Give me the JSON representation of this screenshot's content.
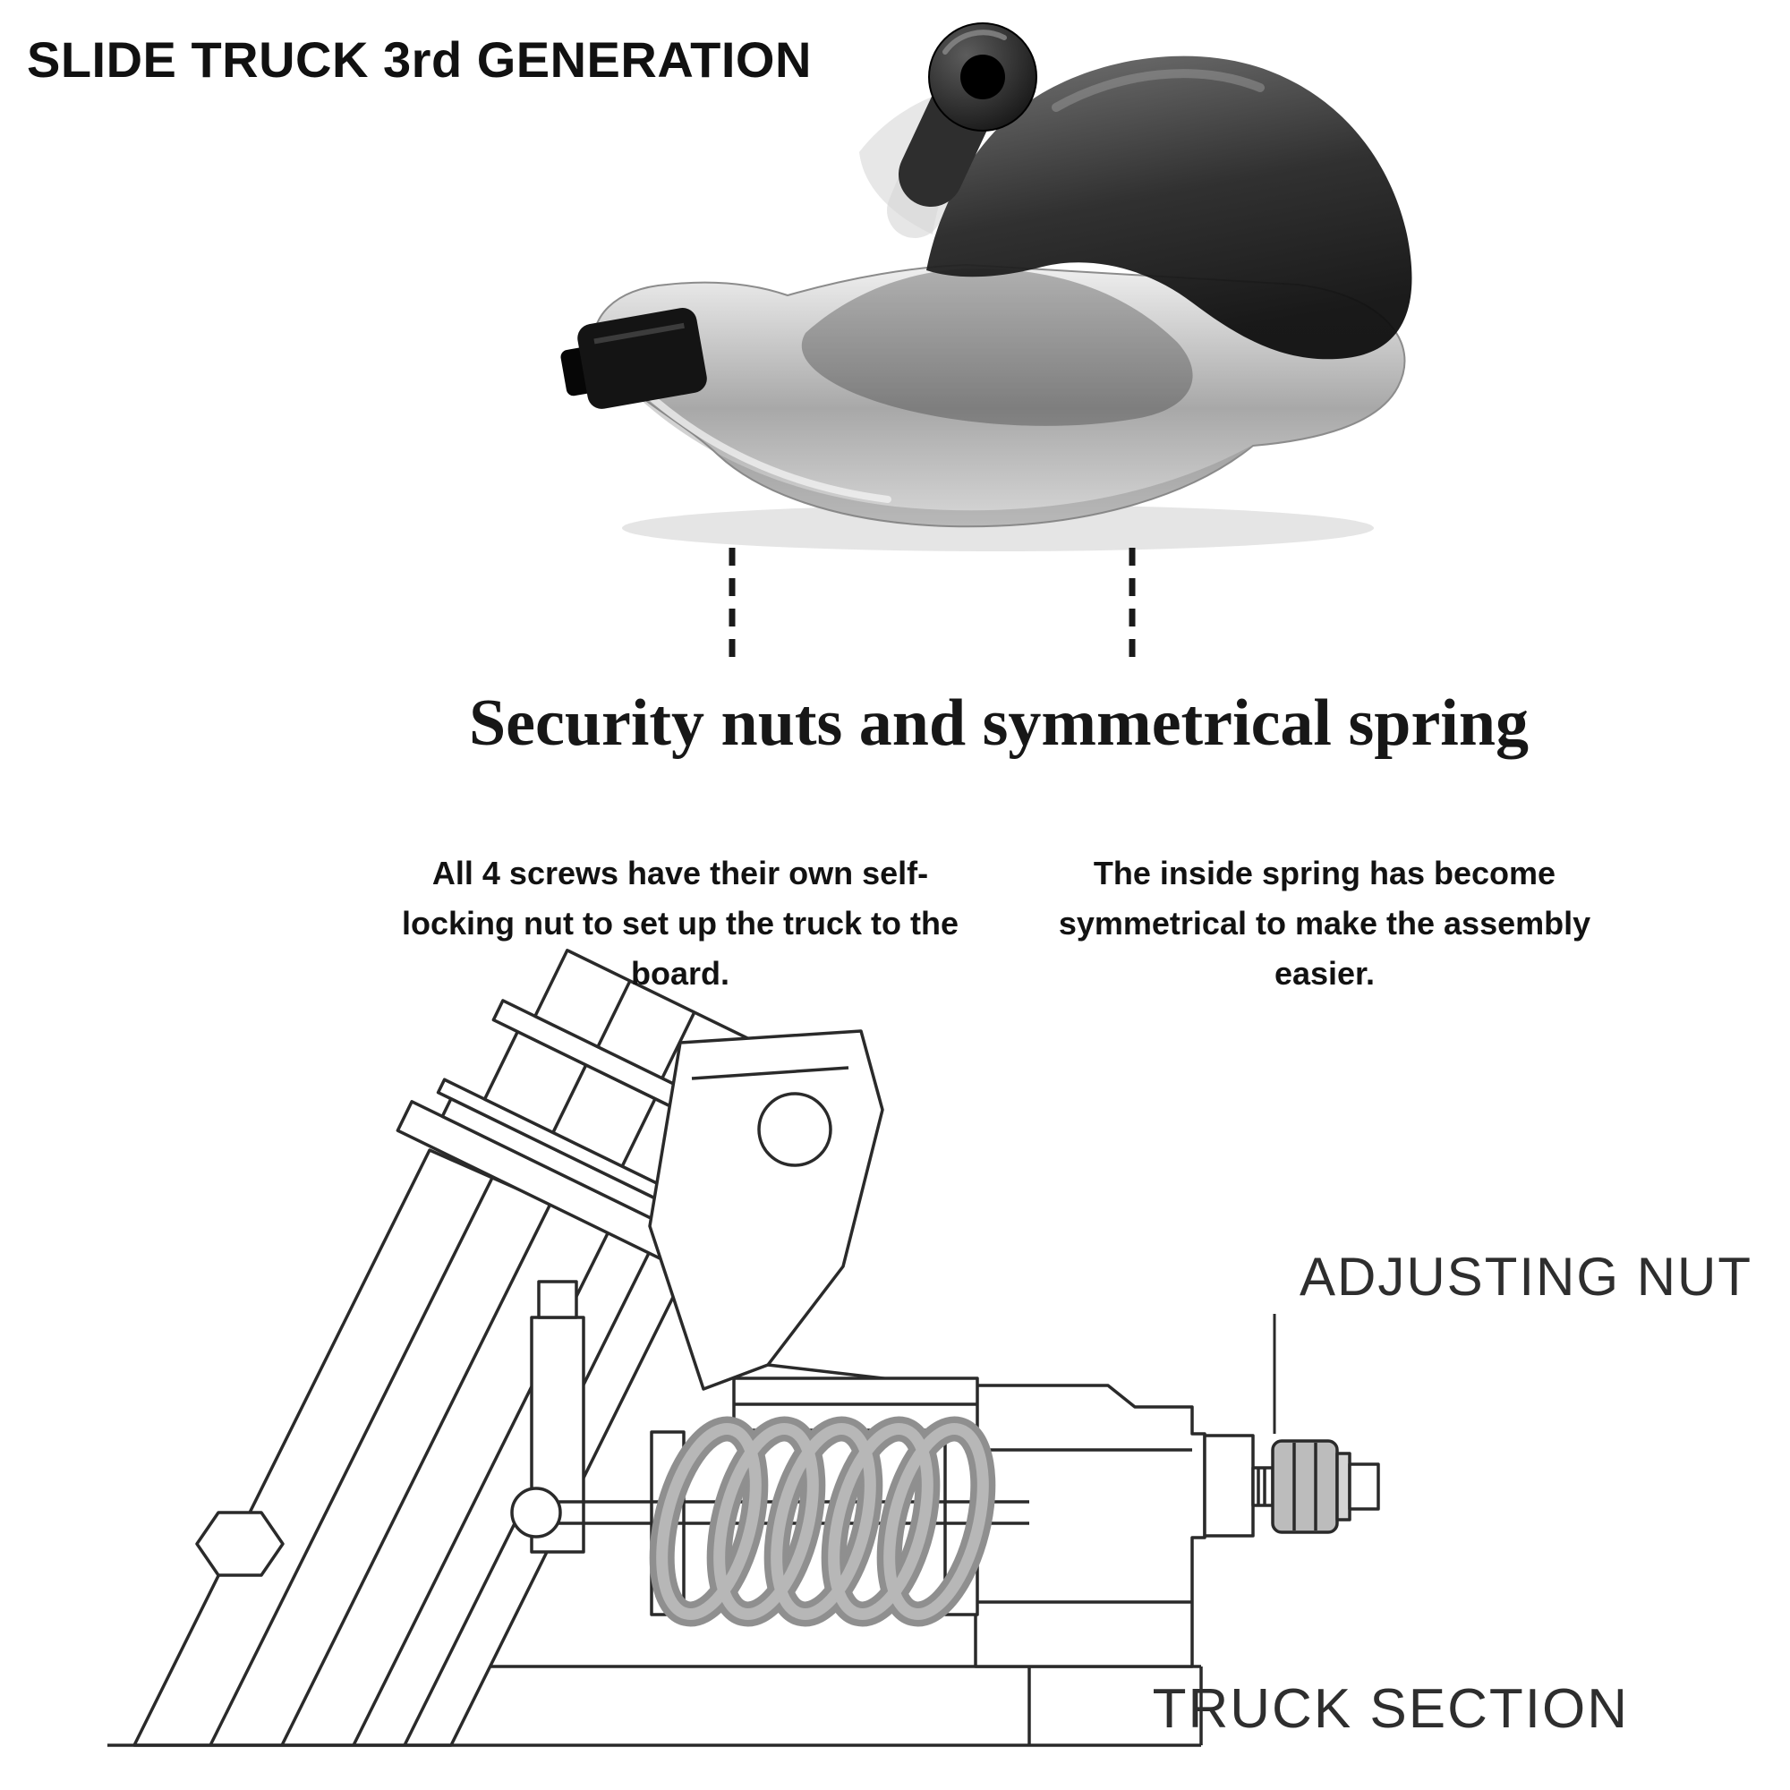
{
  "header": {
    "title": "SLIDE TRUCK 3rd GENERATION"
  },
  "hero": {
    "caption": "Security nuts and symmetrical spring"
  },
  "features": {
    "left_note": "All 4 screws have their own self-locking nut to set up the truck to the board.",
    "right_note": "The inside spring has become symmetrical to make the assembly easier."
  },
  "diagram": {
    "adjusting_nut_label": "ADJUSTING NUT",
    "truck_section_label": "TRUCK SECTION"
  },
  "colors": {
    "text": "#121212",
    "line_art": "#2a2a2a",
    "spring_gray": "#8f8f8f",
    "nut_gray": "#bcbcbc",
    "photo_dark": "#141414",
    "photo_silver": "#c7c7c7"
  }
}
